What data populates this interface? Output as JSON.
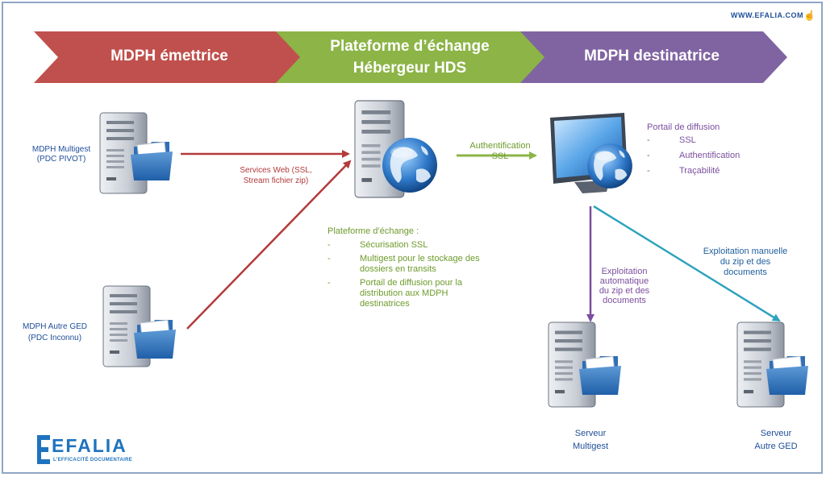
{
  "website": "WWW.EFALIA.COM",
  "stages": [
    {
      "line1": "MDPH émettrice",
      "line2": "",
      "color": "#c0504d"
    },
    {
      "line1": "Plateforme d’échange",
      "line2": "Hébergeur HDS",
      "color": "#8cb447"
    },
    {
      "line1": "MDPH destinatrice",
      "line2": "",
      "color": "#8064a2"
    }
  ],
  "sources": [
    {
      "line1": "MDPH Multigest",
      "line2": "(PDC PIVOT)"
    },
    {
      "line1": "MDPH Autre GED",
      "line2": "(PDC Inconnu)"
    }
  ],
  "web_services": {
    "line1": "Services Web (SSL,",
    "line2": "Stream fichier zip)"
  },
  "platform": {
    "title": "Plateforme d’échange :",
    "items": [
      "Sécurisation SSL",
      "Multigest pour le stockage des dossiers en transits",
      "Portail de diffusion pour la distribution aux MDPH destinatrices"
    ]
  },
  "auth": {
    "line1": "Authentification",
    "line2": "SSL"
  },
  "portal": {
    "title": "Portail de diffusion",
    "items": [
      "SSL",
      "Authentification",
      "Traçabilité"
    ]
  },
  "auto_exploit": {
    "lines": [
      "Exploitation",
      "automatique",
      "du zip et des",
      "documents"
    ]
  },
  "manual_exploit": {
    "lines": [
      "Exploitation manuelle",
      "du zip et des",
      "documents"
    ]
  },
  "servers": [
    {
      "line1": "Serveur",
      "line2": "Multigest"
    },
    {
      "line1": "Serveur",
      "line2": "Autre GED"
    }
  ],
  "logo": {
    "name": "EFALIA",
    "tagline": "L’EFFICACITÉ DOCUMENTAIRE",
    "color": "#1e73be"
  },
  "colors": {
    "red": "#b43a3a",
    "green": "#8cb447",
    "purple": "#7b4f9e",
    "teal": "#2ea3bd",
    "text_blue": "#1f4e99"
  }
}
